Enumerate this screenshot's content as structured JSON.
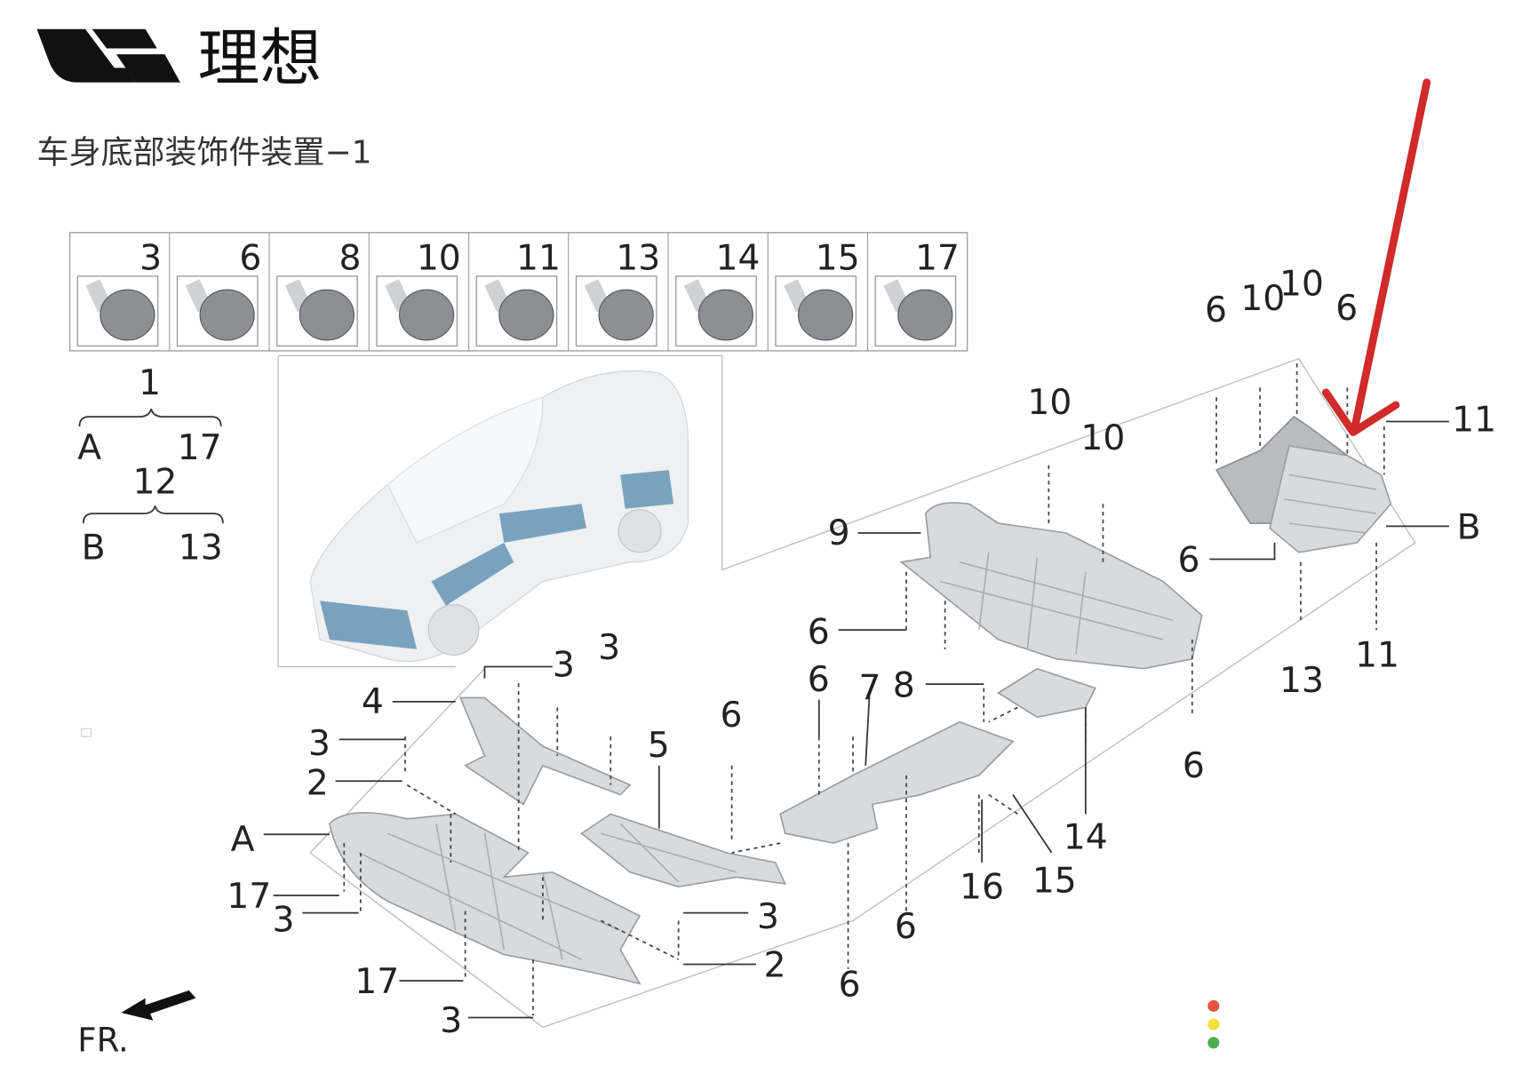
{
  "logo": {
    "brand_text": "理想"
  },
  "title": "车身底部装饰件装置−1",
  "fastener_strip": [
    "3",
    "6",
    "8",
    "10",
    "11",
    "13",
    "14",
    "15",
    "17"
  ],
  "legend": {
    "group1": {
      "number": "1",
      "left": "A",
      "right": "17"
    },
    "group2": {
      "number": "12",
      "left": "B",
      "right": "13"
    }
  },
  "callouts": [
    "6",
    "10",
    "10",
    "6",
    "11",
    "10",
    "10",
    "9",
    "B",
    "6",
    "6",
    "13",
    "11",
    "6",
    "7",
    "8",
    "3",
    "3",
    "4",
    "6",
    "5",
    "3",
    "2",
    "6",
    "14",
    "A",
    "16",
    "15",
    "17",
    "3",
    "3",
    "6",
    "2",
    "17",
    "6",
    "3"
  ],
  "direction": "FR.",
  "colors": {
    "arrow": "#d02a2a",
    "highlight": "#5b8fb0",
    "dot_red": "#e8533f",
    "dot_yellow": "#f5e13a",
    "dot_green": "#4caf50"
  }
}
